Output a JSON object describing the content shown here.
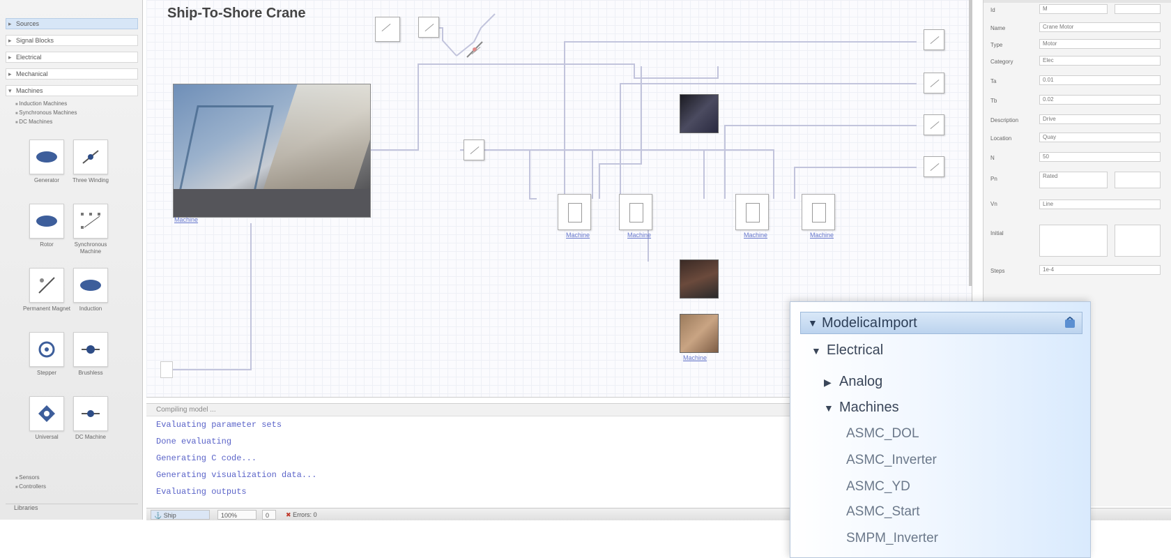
{
  "canvas": {
    "title": "Ship-To-Shore Crane",
    "photo_link": "Machine",
    "motor_links": [
      "Machine",
      "Machine",
      "Machine",
      "Machine"
    ],
    "thumb_link": "Machine"
  },
  "left_panel": {
    "rows": [
      "Sources",
      "Signal Blocks",
      "Electrical",
      "Mechanical",
      "Machines"
    ],
    "subitems": [
      "Induction Machines",
      "Synchronous Machines",
      "DC Machines"
    ],
    "tiles": [
      "Generator",
      "Three Winding",
      "Rotor",
      "Synchronous Machine",
      "Permanent Magnet",
      "Induction",
      "Stepper",
      "Brushless",
      "Universal",
      "DC Machine"
    ],
    "footer_items": [
      "Sensors",
      "Controllers",
      "Libraries"
    ]
  },
  "console": {
    "header": "Compiling model ...",
    "lines": [
      "Evaluating parameter sets",
      "Done evaluating",
      "Generating C code...",
      "Generating visualization data...",
      "Evaluating outputs"
    ]
  },
  "statusbar": {
    "mode": "Ship",
    "zoom": "100%",
    "errors": "0",
    "warnings": "Errors: 0"
  },
  "right_panel": {
    "props": [
      {
        "label": "Id",
        "value": "M"
      },
      {
        "label": "Name",
        "value": "Crane Motor"
      },
      {
        "label": "Type",
        "value": "Motor"
      },
      {
        "label": "Category",
        "value": "Elec"
      },
      {
        "label": "Ta",
        "value": "0.01"
      },
      {
        "label": "Tb",
        "value": "0.02"
      },
      {
        "label": "Description",
        "value": "Drive"
      },
      {
        "label": "Location",
        "value": "Quay"
      },
      {
        "label": "N",
        "value": "50"
      },
      {
        "label": "Pn",
        "value": "Rated"
      },
      {
        "label": "Vn",
        "value": "Line"
      },
      {
        "label": "Initial",
        "value": ""
      },
      {
        "label": "Steps",
        "value": "1e-4"
      }
    ]
  },
  "popup": {
    "header": "ModelicaImport",
    "tree": {
      "root": "Electrical",
      "children": [
        "Analog",
        "Machines"
      ],
      "leaves": [
        "ASMC_DOL",
        "ASMC_Inverter",
        "ASMC_YD",
        "ASMC_Start",
        "SMPM_Inverter"
      ]
    }
  },
  "colors": {
    "accent": "#5a63c8",
    "link": "#6677cc",
    "popup_header": "#bcd3ee"
  }
}
